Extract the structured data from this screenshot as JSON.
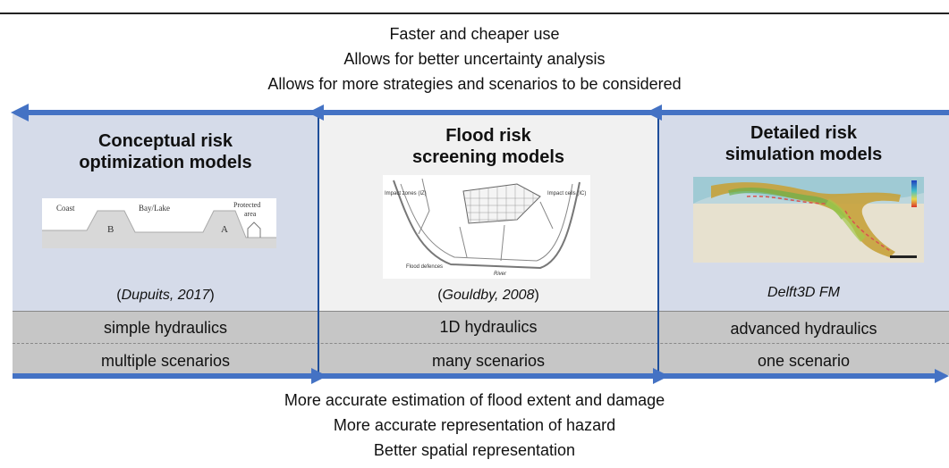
{
  "top_benefits": [
    "Faster and cheaper use",
    "Allows for better uncertainty analysis",
    "Allows for more strategies and scenarios to be considered"
  ],
  "bottom_benefits": [
    "More accurate estimation of flood extent and damage",
    "More accurate representation of hazard",
    "Better spatial representation"
  ],
  "columns": [
    {
      "title_line1": "Conceptual risk",
      "title_line2": "optimization models",
      "citation_author": "Dupuits, 2017",
      "hydraulics": "simple hydraulics",
      "scenarios": "multiple scenarios",
      "figure_labels": {
        "coast": "Coast",
        "bay": "Bay/Lake",
        "protected1": "Protected",
        "protected2": "area",
        "dike_b": "B",
        "dike_a": "A"
      }
    },
    {
      "title_line1": "Flood risk",
      "title_line2": "screening models",
      "citation_author": "Gouldby, 2008",
      "hydraulics": "1D hydraulics",
      "scenarios": "many scenarios",
      "figure_labels": {
        "impact_zones": "Impact zones (IZ)",
        "impact_cells": "Impact cells (IC)",
        "flood_defences": "Flood defences",
        "river": "River"
      }
    },
    {
      "title_line1": "Detailed risk",
      "title_line2": "simulation models",
      "citation": "Delft3D FM",
      "hydraulics": "advanced hydraulics",
      "scenarios": "one scenario"
    }
  ],
  "colors": {
    "arrow": "#4472c4",
    "divider": "#1f4e9a",
    "panel_blue": "#d5dbe9",
    "panel_grey": "#f1f1f1",
    "band": "#c6c6c6"
  }
}
